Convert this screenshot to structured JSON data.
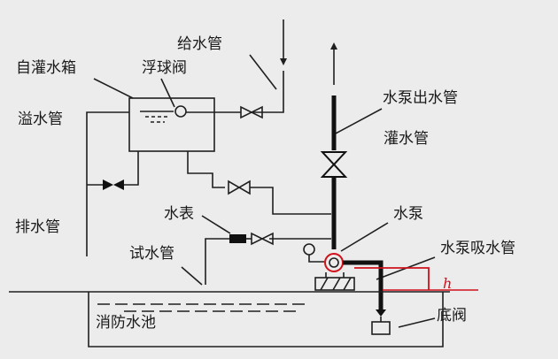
{
  "labels": {
    "water_supply_pipe": "给水管",
    "self_priming_tank": "自灌水箱",
    "float_valve": "浮球阀",
    "overflow_pipe": "溢水管",
    "pump_outlet_pipe": "水泵出水管",
    "priming_pipe": "灌水管",
    "drain_pipe": "排水管",
    "water_meter": "水表",
    "test_pipe": "试水管",
    "pump": "水泵",
    "pump_suction_pipe": "水泵吸水管",
    "fire_pool": "消防水池",
    "foot_valve": "底阀",
    "handwritten_h": "h"
  },
  "colors": {
    "line": "#1f1f1f",
    "annotation": "#d0101a",
    "background": "#ececec"
  }
}
